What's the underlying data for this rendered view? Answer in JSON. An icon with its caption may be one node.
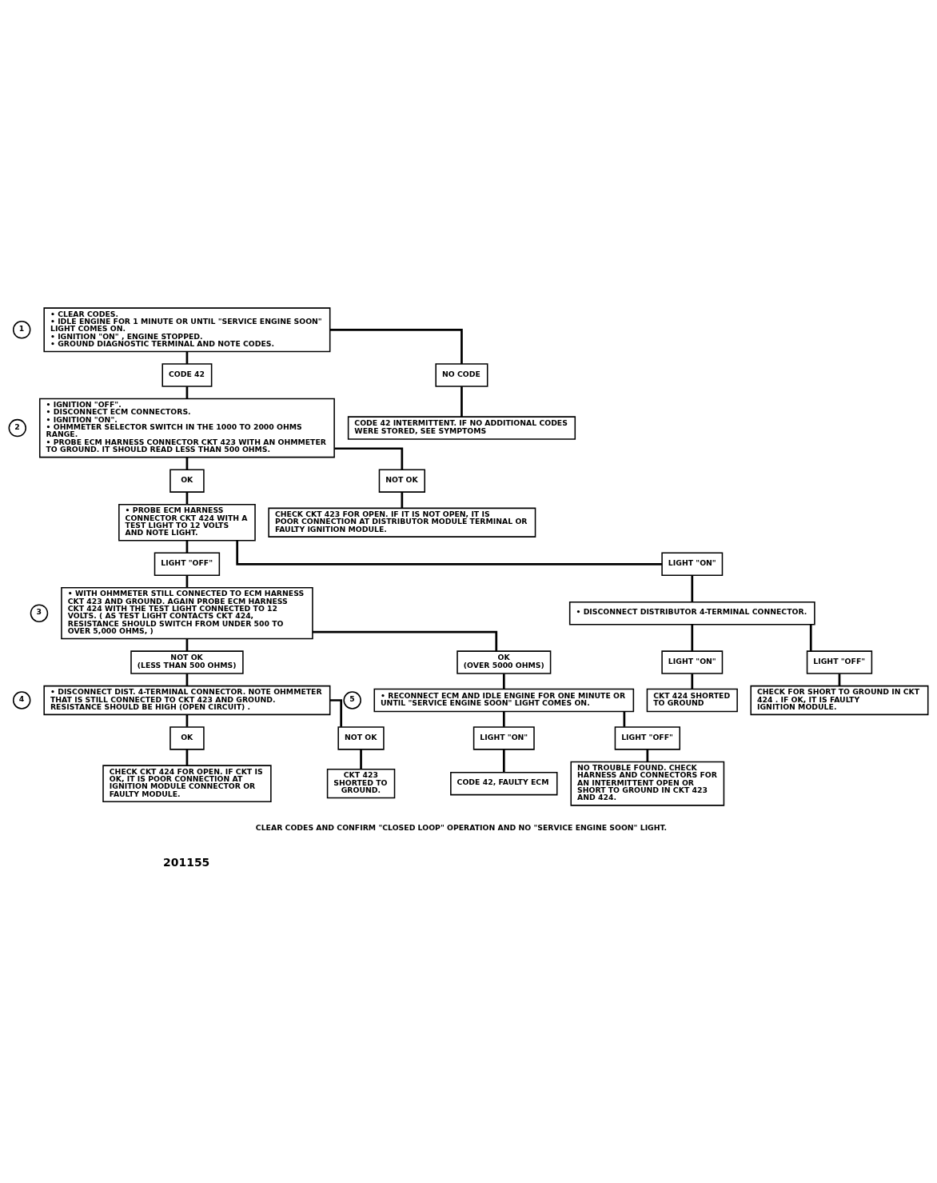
{
  "diagram": {
    "nodes": [
      {
        "text": [
          "1"
        ]
      },
      {
        "text": [
          "• CLEAR CODES.",
          "• IDLE ENGINE FOR 1 MINUTE OR UNTIL \"SERVICE ENGINE SOON\" LIGHT COMES ON.",
          "• IGNITION \"ON\" , ENGINE STOPPED.",
          "• GROUND DIAGNOSTIC TERMINAL AND NOTE CODES."
        ]
      },
      {
        "text": [
          "CODE 42"
        ]
      },
      {
        "text": [
          "NO CODE"
        ]
      },
      {
        "text": [
          "2"
        ]
      },
      {
        "text": [
          "• IGNITION \"OFF\".",
          "• DISCONNECT ECM CONNECTORS.",
          "• IGNITION \"ON\".",
          "• OHMMETER SELECTOR SWITCH IN THE 1000 TO 2000 OHMS RANGE.",
          "• PROBE ECM HARNESS CONNECTOR CKT 423 WITH AN OHMMETER TO GROUND. IT SHOULD READ LESS THAN 500 OHMS."
        ]
      },
      {
        "text": [
          "CODE 42 INTERMITTENT. IF NO ADDITIONAL CODES WERE STORED, SEE SYMPTOMS"
        ]
      },
      {
        "text": [
          "OK"
        ]
      },
      {
        "text": [
          "NOT OK"
        ]
      },
      {
        "text": [
          "• PROBE ECM HARNESS CONNECTOR CKT 424 WITH A TEST LIGHT TO 12 VOLTS AND NOTE LIGHT."
        ]
      },
      {
        "text": [
          "CHECK CKT 423 FOR OPEN. IF IT IS NOT OPEN, IT IS POOR CONNECTION AT DISTRIBUTOR MODULE TERMINAL OR FAULTY IGNITION MODULE."
        ]
      },
      {
        "text": [
          "LIGHT \"OFF\""
        ]
      },
      {
        "text": [
          "LIGHT \"ON\""
        ]
      },
      {
        "text": [
          "• DISCONNECT DISTRIBUTOR 4-TERMINAL CONNECTOR."
        ]
      },
      {
        "text": [
          "3"
        ]
      },
      {
        "text": [
          "• WITH OHMMETER STILL CONNECTED TO ECM HARNESS CKT 423 AND GROUND. AGAIN PROBE ECM HARNESS CKT 424 WITH THE TEST LIGHT CONNECTED TO 12 VOLTS. ( AS TEST LIGHT CONTACTS CKT 424, RESISTANCE SHOULD SWITCH FROM UNDER 500 TO OVER 5,000 OHMS, )"
        ]
      },
      {
        "text": [
          "LIGHT \"ON\""
        ]
      },
      {
        "text": [
          "LIGHT \"OFF\""
        ]
      },
      {
        "text": [
          "CKT 424 SHORTED TO GROUND"
        ]
      },
      {
        "text": [
          "CHECK FOR SHORT TO GROUND IN CKT 424 . IF OK, IT IS FAULTY IGNITION MODULE."
        ]
      },
      {
        "text": [
          "NOT OK",
          "(LESS THAN 500 OHMS)"
        ]
      },
      {
        "text": [
          "OK",
          "(OVER 5000 OHMS)"
        ]
      },
      {
        "text": [
          "4"
        ]
      },
      {
        "text": [
          "• DISCONNECT DIST. 4-TERMINAL CONNECTOR. NOTE OHMMETER THAT IS STILL CONNECTED TO CKT 423 AND GROUND. RESISTANCE SHOULD BE HIGH (OPEN CIRCUIT) ."
        ]
      },
      {
        "text": [
          "5"
        ]
      },
      {
        "text": [
          "• RECONNECT ECM AND IDLE ENGINE FOR ONE MINUTE OR UNTIL \"SERVICE ENGINE SOON\" LIGHT COMES ON."
        ]
      },
      {
        "text": [
          "LIGHT \"ON\""
        ]
      },
      {
        "text": [
          "LIGHT \"OFF\""
        ]
      },
      {
        "text": [
          "OK"
        ]
      },
      {
        "text": [
          "NOT OK"
        ]
      },
      {
        "text": [
          "CODE 42, FAULTY ECM"
        ]
      },
      {
        "text": [
          "NO TROUBLE FOUND. CHECK HARNESS AND CONNECTORS FOR AN INTERMITTENT OPEN OR SHORT TO GROUND IN CKT 423 AND 424."
        ]
      },
      {
        "text": [
          "CHECK CKT 424 FOR OPEN. IF CKT IS OK, IT IS POOR CONNECTION AT IGNITION MODULE CONNECTOR OR FAULTY MODULE."
        ]
      },
      {
        "text": [
          "CKT 423 SHORTED TO GROUND."
        ]
      }
    ],
    "edges": [
      {
        "from": 1,
        "to": 2,
        "arrow": "none"
      },
      {
        "from": 1,
        "to": 3,
        "arrow": "none"
      },
      {
        "from": 2,
        "to": 5,
        "arrow": "none"
      },
      {
        "from": 3,
        "to": 6,
        "arrow": "none"
      },
      {
        "from": 5,
        "to": 7,
        "arrow": "none"
      },
      {
        "from": 5,
        "to": 8,
        "arrow": "none"
      },
      {
        "from": 7,
        "to": 9,
        "arrow": "none"
      },
      {
        "from": 8,
        "to": 10,
        "arrow": "none"
      },
      {
        "from": 9,
        "to": 11,
        "arrow": "none"
      },
      {
        "from": 9,
        "to": 12,
        "arrow": "none"
      },
      {
        "from": 11,
        "to": 15,
        "arrow": "none"
      },
      {
        "from": 12,
        "to": 13,
        "arrow": "none"
      },
      {
        "from": 13,
        "to": 16,
        "arrow": "none"
      },
      {
        "from": 13,
        "to": 17,
        "arrow": "none"
      },
      {
        "from": 16,
        "to": 18,
        "arrow": "none"
      },
      {
        "from": 17,
        "to": 19,
        "arrow": "none"
      },
      {
        "from": 15,
        "to": 20,
        "arrow": "none"
      },
      {
        "from": 15,
        "to": 21,
        "arrow": "none"
      },
      {
        "from": 20,
        "to": 23,
        "arrow": "none"
      },
      {
        "from": 21,
        "to": 25,
        "arrow": "none"
      },
      {
        "from": 23,
        "to": 28,
        "arrow": "none"
      },
      {
        "from": 23,
        "to": 29,
        "arrow": "none"
      },
      {
        "from": 28,
        "to": 32,
        "arrow": "none"
      },
      {
        "from": 29,
        "to": 33,
        "arrow": "none"
      },
      {
        "from": 25,
        "to": 26,
        "arrow": "none"
      },
      {
        "from": 25,
        "to": 27,
        "arrow": "none"
      },
      {
        "from": 26,
        "to": 30,
        "arrow": "none"
      },
      {
        "from": 27,
        "to": 31,
        "arrow": "none"
      }
    ],
    "labels": [
      "CLEAR CODES AND CONFIRM \"CLOSED LOOP\" OPERATION AND NO \"SERVICE ENGINE SOON\" LIGHT.",
      "201155"
    ]
  }
}
